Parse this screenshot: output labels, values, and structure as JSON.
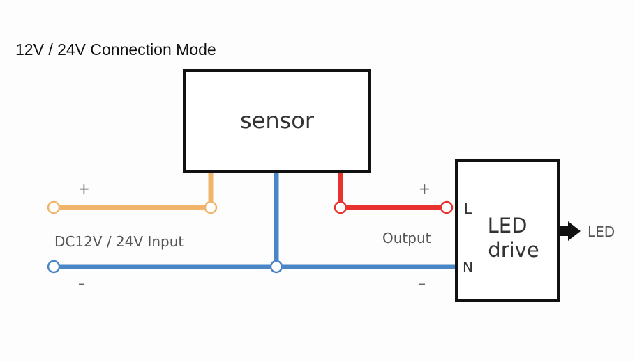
{
  "title": "12V / 24V Connection Mode",
  "sensor": {
    "label": "sensor"
  },
  "driver": {
    "line1": "LED",
    "line2": "drive"
  },
  "input": {
    "label": "DC12V / 24V Input",
    "plus": "+",
    "minus": "–"
  },
  "output": {
    "label": "Output",
    "plus": "+",
    "minus": "–"
  },
  "terminals": {
    "live": "L",
    "neutral": "N"
  },
  "led_out": {
    "label": "LED"
  },
  "colors": {
    "positive_input_wire": "#f0b46a",
    "output_wire": "#e8322e",
    "negative_wire": "#4a86c6",
    "box_stroke": "#111111"
  }
}
